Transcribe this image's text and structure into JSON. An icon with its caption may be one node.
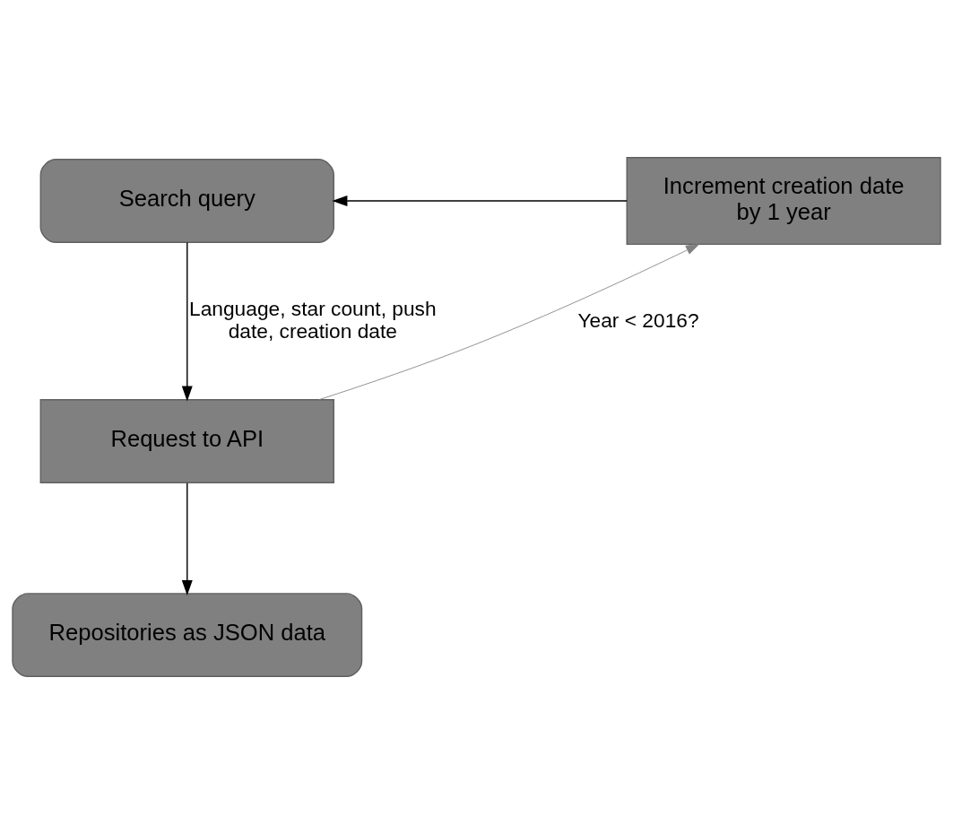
{
  "diagram": {
    "nodes": [
      {
        "text": [
          "Search query"
        ]
      },
      {
        "text": [
          "Increment creation date by 1 year"
        ]
      },
      {
        "text": [
          "Request to API"
        ]
      },
      {
        "text": [
          "Repositories as JSON data"
        ]
      }
    ],
    "edges": [
      {
        "from": 1,
        "to": 0,
        "arrow": "to"
      },
      {
        "from": 0,
        "to": 2,
        "arrow": "to",
        "label": "Language, star count, push date, creation date"
      },
      {
        "from": 2,
        "to": 1,
        "arrow": "to",
        "label": "Year < 2016?",
        "color": "#808080"
      },
      {
        "from": 2,
        "to": 3,
        "arrow": "to"
      }
    ]
  }
}
